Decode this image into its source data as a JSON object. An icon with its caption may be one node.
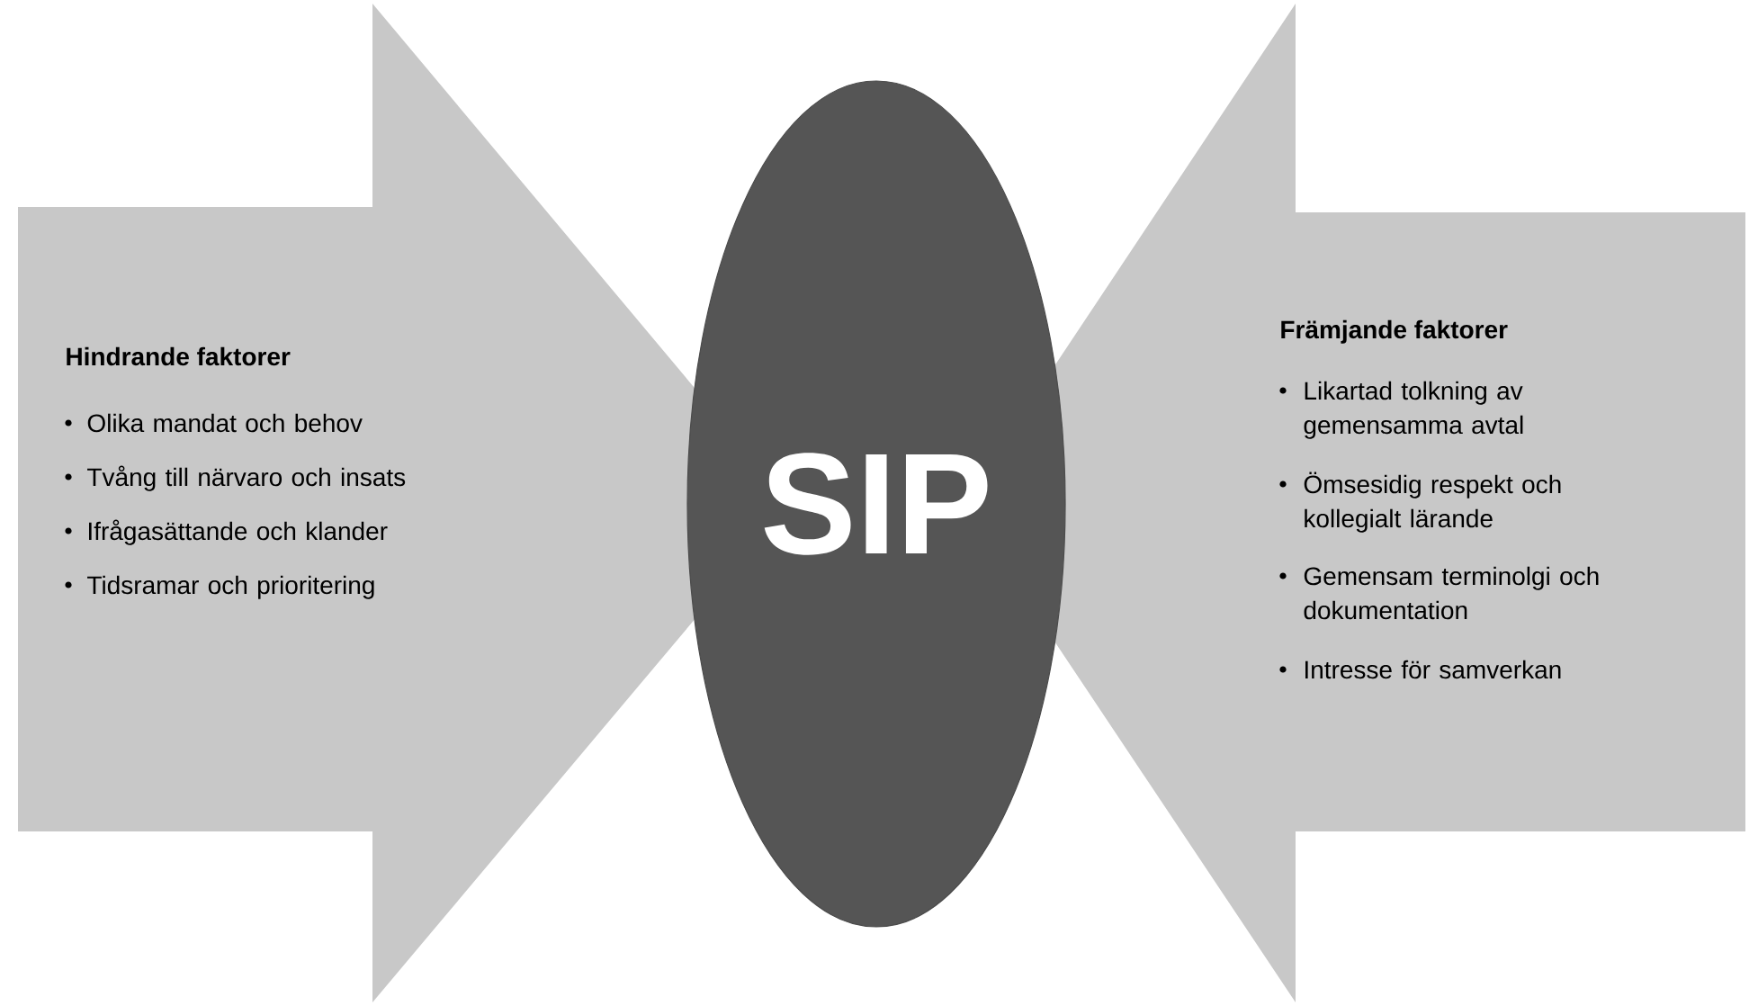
{
  "diagram": {
    "nodes": [
      {
        "text": [
          "Hindrande faktorer",
          "Olika mandat och behov",
          "Tvång till närvaro och insats",
          "Ifrågasättande och klander",
          "Tidsramar och prioritering"
        ]
      },
      {
        "text": [
          "SIP"
        ]
      },
      {
        "text": [
          "Främjande faktorer",
          "Likartad tolkning av gemensamma avtal",
          "Ömsesidig respekt och kollegialt lärande",
          "Gemensam terminolgi och dokumentation",
          "Intresse för samverkan"
        ]
      }
    ]
  }
}
